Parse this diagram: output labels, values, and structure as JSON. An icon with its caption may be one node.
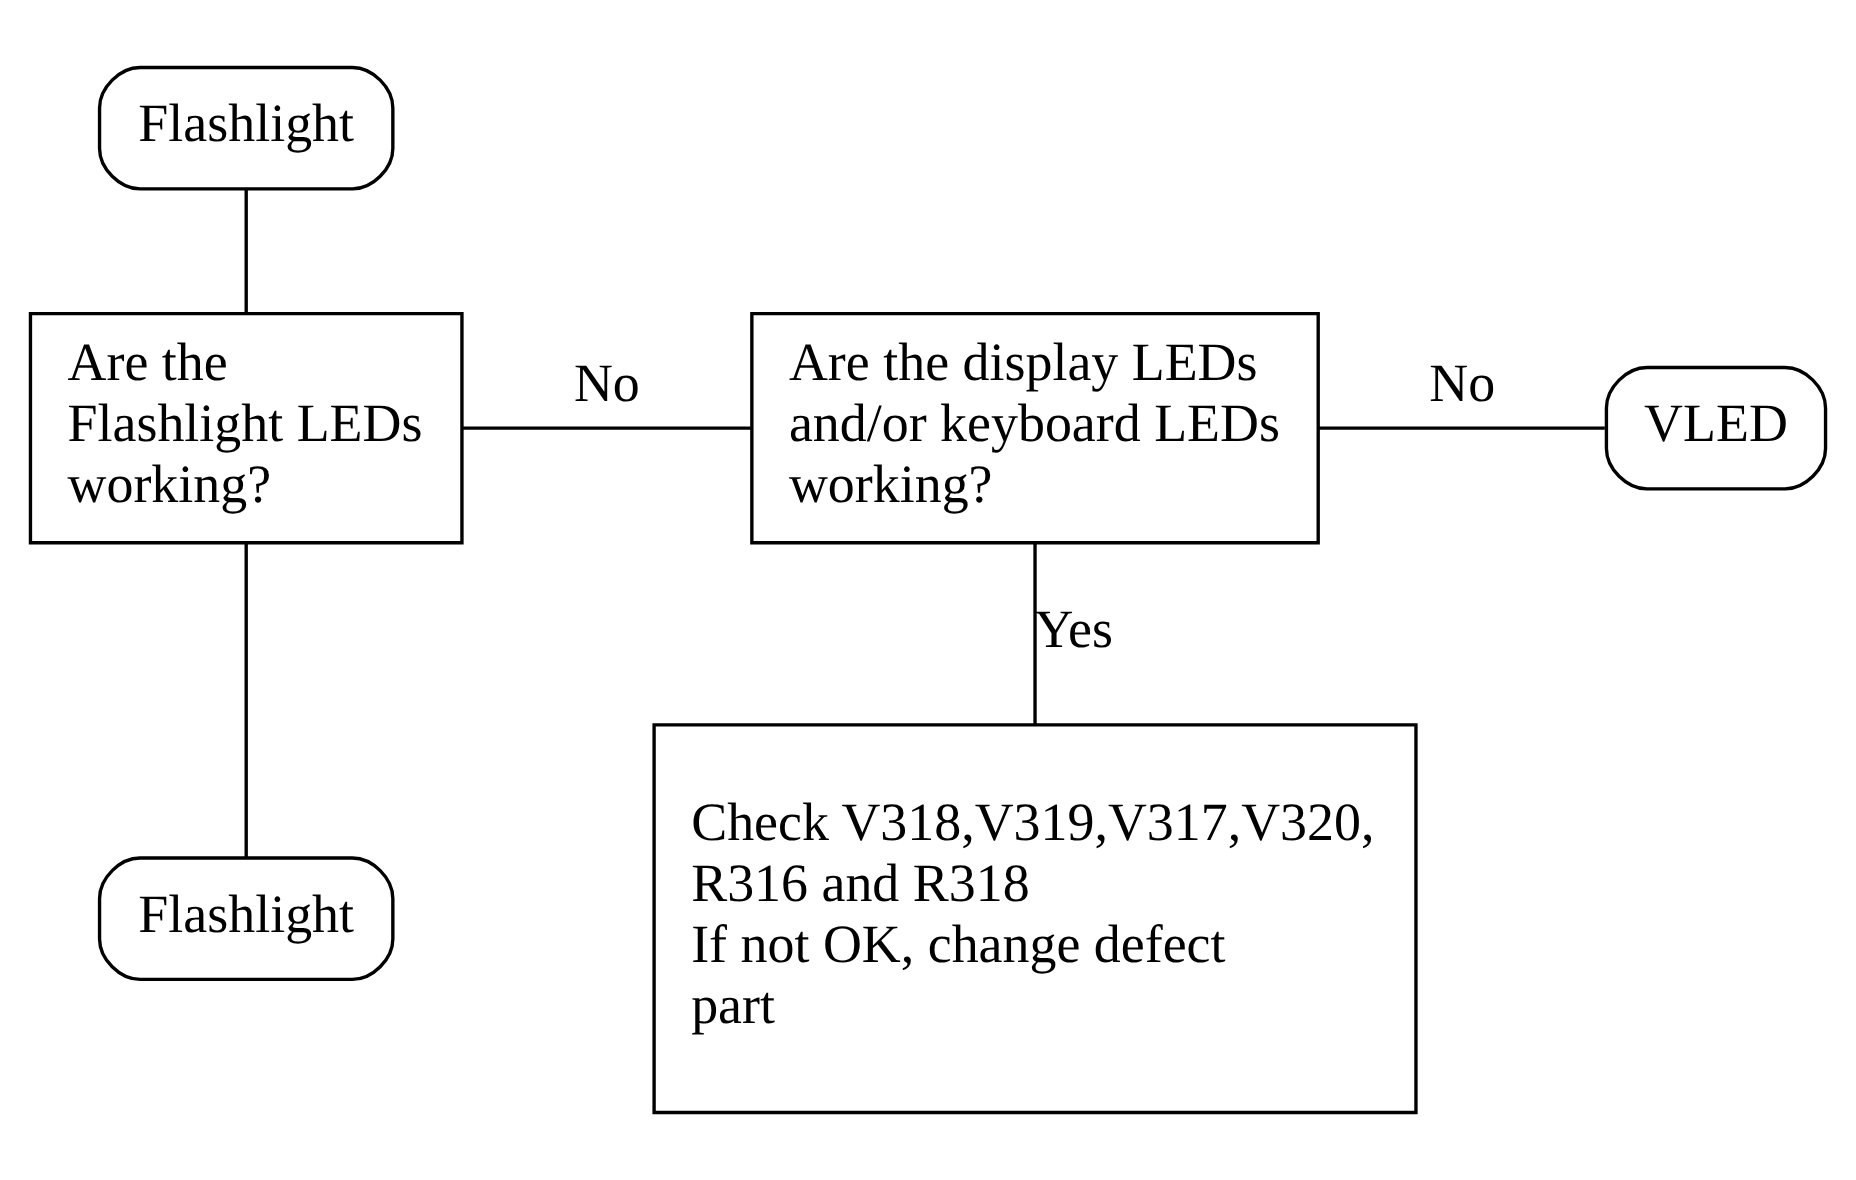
{
  "diagram": {
    "nodes": [
      {
        "text": [
          "Flashlight"
        ]
      },
      {
        "text": [
          "Are the Flashlight LEDs working?"
        ]
      },
      {
        "text": [
          "Flashlight"
        ]
      },
      {
        "text": [
          "Are the display LEDs and/or keyboard LEDs working?"
        ]
      },
      {
        "text": [
          "VLED"
        ]
      },
      {
        "text": [
          "Check V318,V319,V317,V320, R316 and R318",
          "If not OK, change defect part"
        ]
      }
    ],
    "edges": [
      {
        "from": 0,
        "to": 1,
        "arrow": "none"
      },
      {
        "from": 1,
        "to": 2,
        "arrow": "none"
      },
      {
        "from": 1,
        "to": 3,
        "arrow": "none",
        "label": "No"
      },
      {
        "from": 3,
        "to": 4,
        "arrow": "none",
        "label": "No"
      },
      {
        "from": 3,
        "to": 5,
        "arrow": "none",
        "label": "Yes"
      }
    ]
  }
}
